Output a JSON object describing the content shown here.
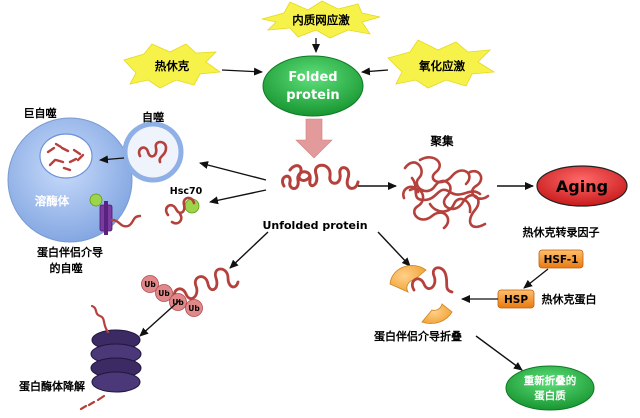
{
  "stresses": {
    "er_stress": "内质网应激",
    "heat_shock": "热休克",
    "oxidative_stress": "氧化应激"
  },
  "folded_protein": [
    "Folded",
    "protein"
  ],
  "unfolded_protein": "Unfolded protein",
  "aggregation": "聚集",
  "aging": "Aging",
  "macroautophagy": "巨自噬",
  "autophagy": "自噬",
  "lysosome": "溶酶体",
  "hsc70": "Hsc70",
  "cma": [
    "蛋白伴侣介导",
    "的自噬"
  ],
  "ubiquitin": [
    "Ub",
    "Ub",
    "Ub",
    "Ub"
  ],
  "proteasome_degradation": "蛋白酶体降解",
  "hsf_label": "热休克转录因子",
  "hsf1": "HSF-1",
  "hsp": "HSP",
  "heat_shock_protein": "热休克蛋白",
  "chaperone_folding": "蛋白伴侣介导折叠",
  "refolded_protein": [
    "重新折叠的",
    "蛋白质"
  ],
  "colors": {
    "protein_line": "#b5413c",
    "folded_green": "#1fae3a",
    "aging_red": "#e3262a",
    "lysosome_blue": "#8fb0e6",
    "star_yellow": "#f6f24a",
    "hsf_orange": "#f08a1c",
    "proteasome_purple": "#3b2a63",
    "big_arrow_pink": "#e39a9a"
  }
}
